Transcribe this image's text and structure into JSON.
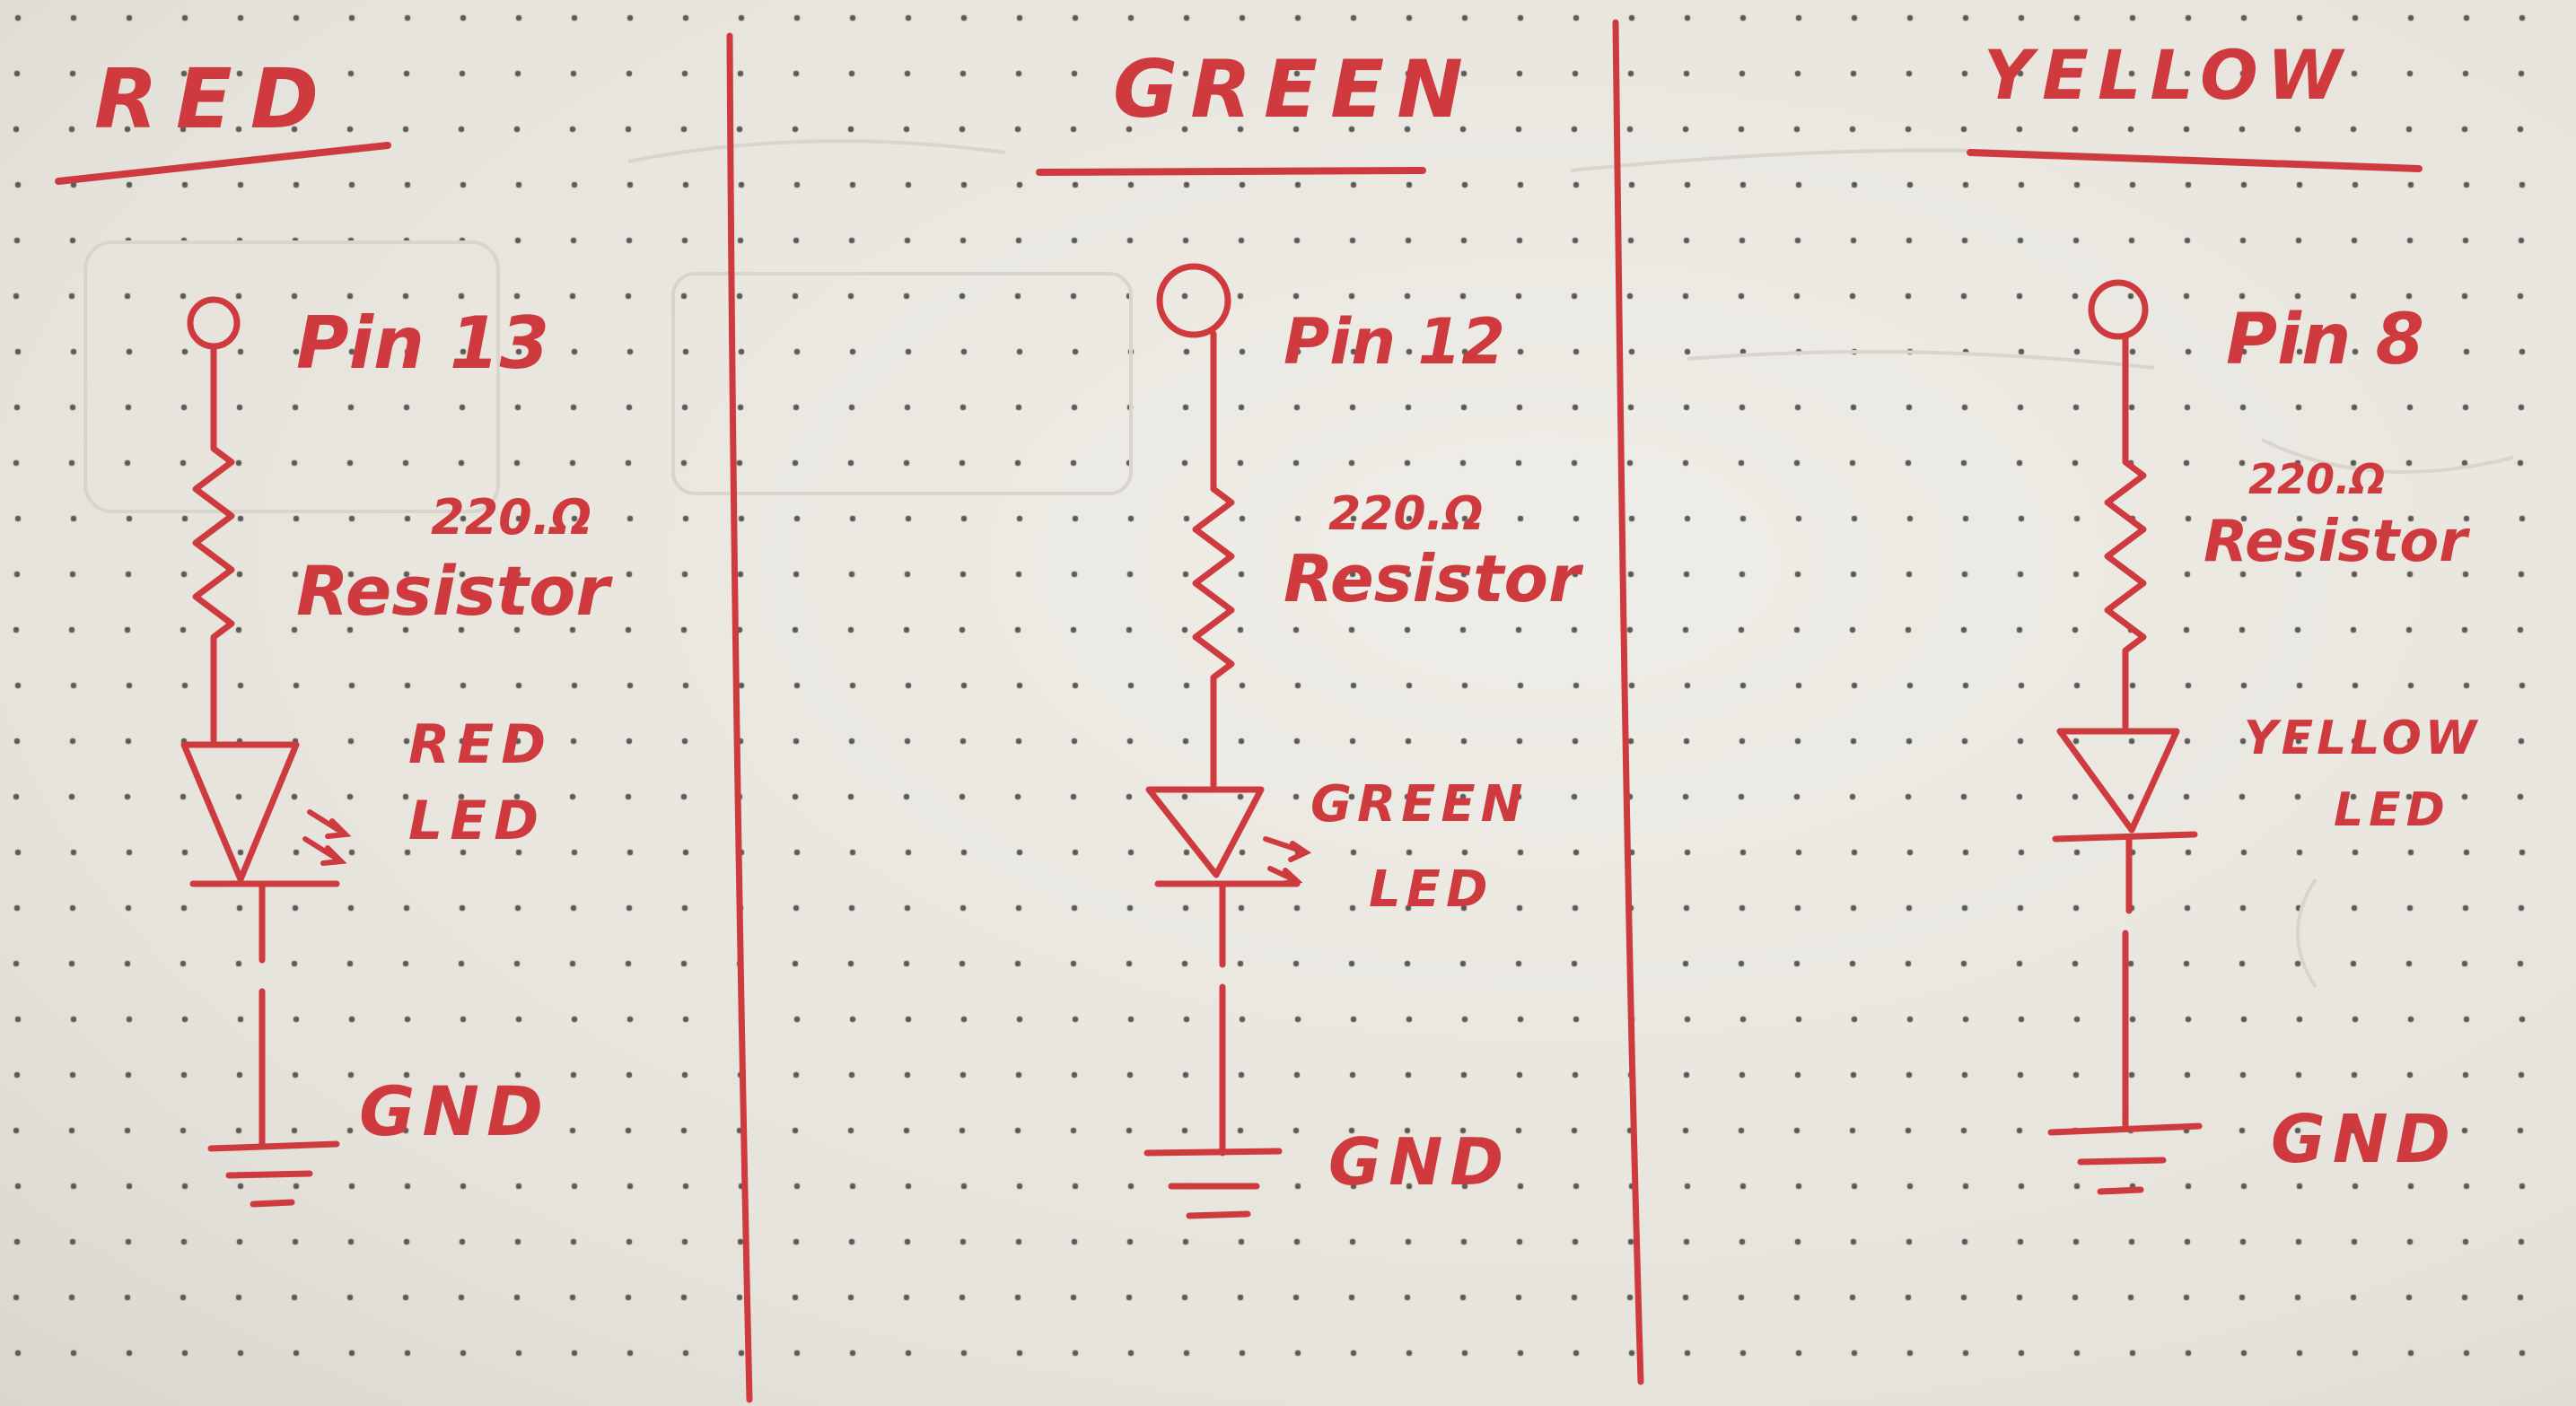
{
  "ink_color": "#cf3a3e",
  "paper_color": "#e9e6df",
  "columns": [
    {
      "header": "RED",
      "pin_label": "Pin 13",
      "resistor_value": "220.Ω",
      "resistor_label": "Resistor",
      "led_label_line1": "RED",
      "led_label_line2": "LED",
      "ground_label": "GND"
    },
    {
      "header": "GREEN",
      "pin_label": "Pin 12",
      "resistor_value": "220.Ω",
      "resistor_label": "Resistor",
      "led_label_line1": "GREEN",
      "led_label_line2": "LED",
      "ground_label": "GND"
    },
    {
      "header": "YELLOW",
      "pin_label": "Pin 8",
      "resistor_value": "220.Ω",
      "resistor_label": "Resistor",
      "led_label_line1": "YELLOW",
      "led_label_line2": "LED",
      "ground_label": "GND"
    }
  ]
}
